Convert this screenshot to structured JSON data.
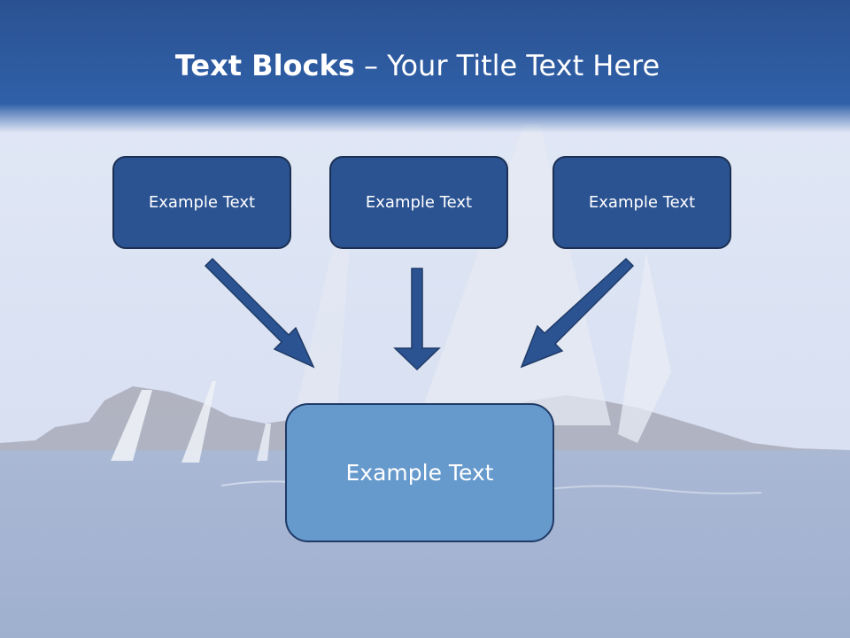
{
  "slide": {
    "title_bold": "Text Blocks",
    "title_dash": " – ",
    "title_rest": "Your Title Text Here"
  },
  "boxes": {
    "left": "Example Text",
    "center": "Example Text",
    "right": "Example Text",
    "target": "Example Text"
  },
  "colors": {
    "title_bar": "#2c5696",
    "box_fill": "#2b5392",
    "target_fill": "#6699cc",
    "arrow": "#2b5392"
  }
}
